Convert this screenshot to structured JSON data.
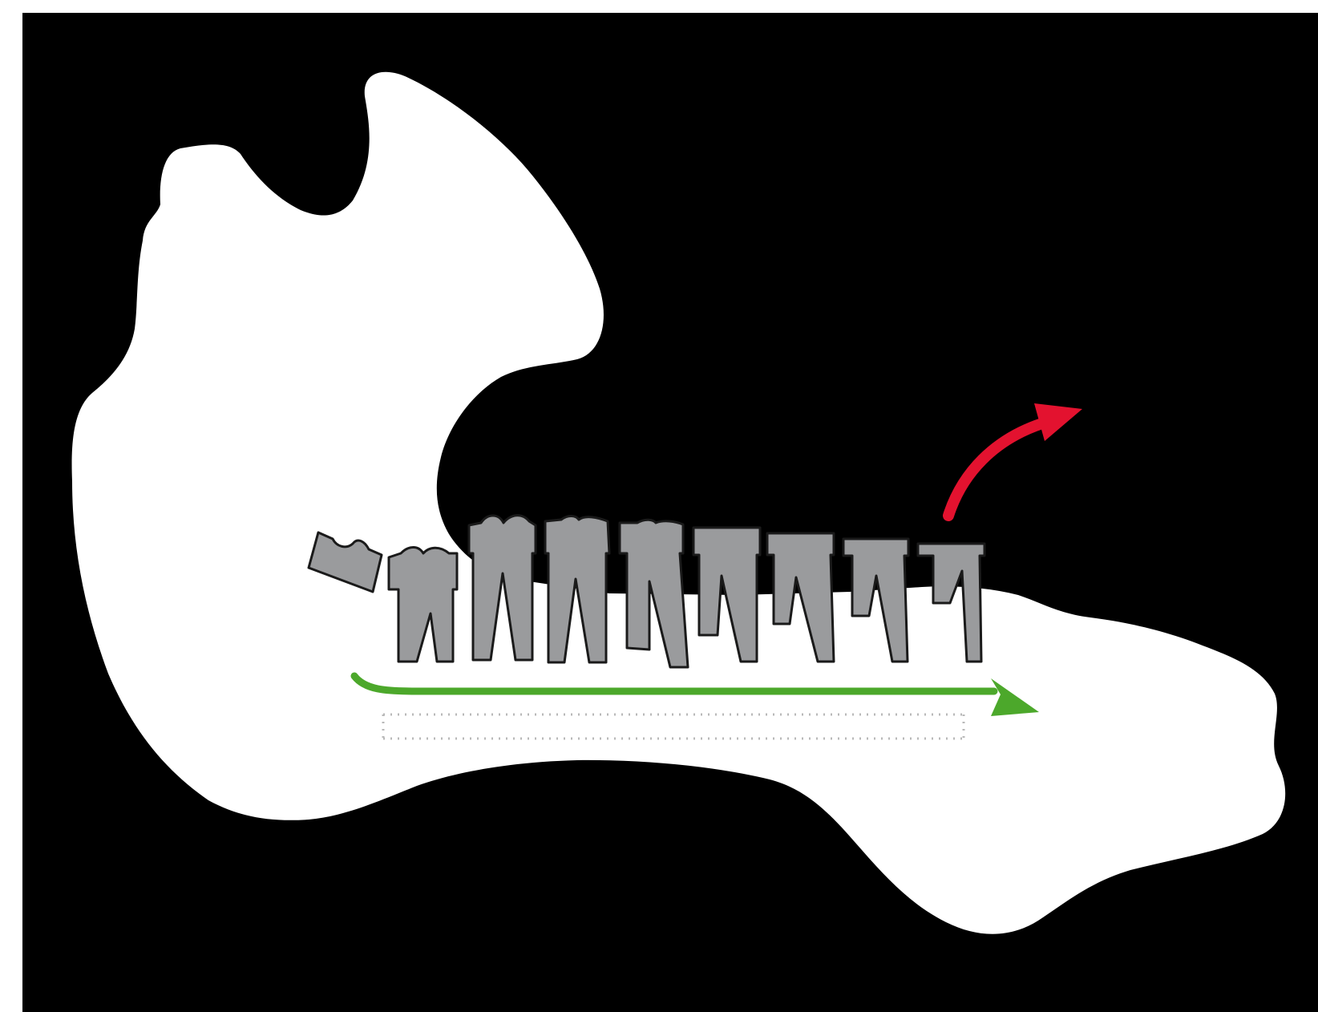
{
  "diagram": {
    "subject": "mandible-with-tooth-row",
    "tooth_count": 9,
    "colors": {
      "background": "#000000",
      "frame": "#ffffff",
      "bone": "#ffffff",
      "tooth_fill": "#9a9b9d",
      "tooth_outline": "#1a1a1a",
      "red_arrow": "#e3122f",
      "green_arrow": "#4ca82b",
      "dotted_band": "#b8b8b8"
    },
    "icons": {
      "bone": "mandible-silhouette",
      "teeth": "tooth-icon",
      "eruption_arrow": "curved-arrow-up-right",
      "drift_arrow": "arrow-right",
      "band": "dotted-rectangle"
    }
  }
}
